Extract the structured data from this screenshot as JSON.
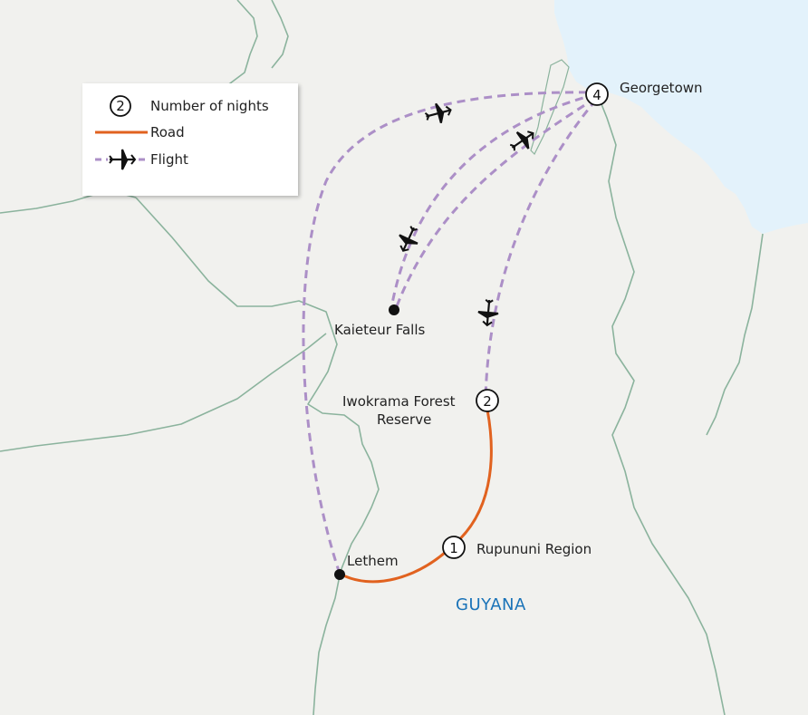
{
  "colors": {
    "land": "#f1f1ee",
    "sea": "#e3f2fb",
    "border": "#8bb39d",
    "road": "#e1621f",
    "flight": "#ac8fc7",
    "country_label": "#1a73b8"
  },
  "legend": {
    "nights_sample": "2",
    "nights_label": "Number of nights",
    "road_label": "Road",
    "flight_label": "Flight",
    "flight_icon": "airplane-icon"
  },
  "country_label": "GUYANA",
  "locations": {
    "georgetown": {
      "name": "Georgetown",
      "nights": "4"
    },
    "kaieteur": {
      "name": "Kaieteur Falls"
    },
    "iwokrama": {
      "name_line1": "Iwokrama Forest",
      "name_line2": "Reserve",
      "nights": "2"
    },
    "rupununi": {
      "name": "Rupununi Region",
      "nights": "1"
    },
    "lethem": {
      "name": "Lethem"
    }
  }
}
